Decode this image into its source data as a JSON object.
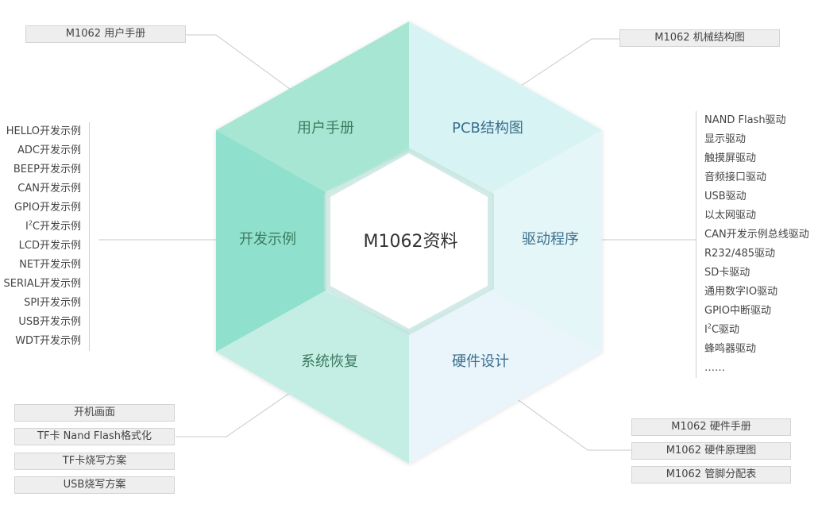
{
  "title": "M1062资料",
  "segments": {
    "user_manual": "用户手册",
    "pcb": "PCB结构图",
    "dev_examples": "开发示例",
    "drivers": "驱动程序",
    "system_recovery": "系统恢复",
    "hardware_design": "硬件设计"
  },
  "boxes": {
    "user_manual_doc": "M1062 用户手册",
    "mechanical_drawing": "M1062 机械结构图",
    "recovery": [
      "开机画面",
      "TF卡 Nand Flash格式化",
      "TF卡烧写方案",
      "USB烧写方案"
    ],
    "hardware": [
      "M1062 硬件手册",
      "M1062 硬件原理图",
      "M1062 管脚分配表"
    ]
  },
  "dev_examples": [
    {
      "pre": "HELLO开发示例"
    },
    {
      "pre": "ADC开发示例"
    },
    {
      "pre": "BEEP开发示例"
    },
    {
      "pre": "CAN开发示例"
    },
    {
      "pre": "GPIO开发示例"
    },
    {
      "pre": "I",
      "sup": "2",
      "post": "C开发示例"
    },
    {
      "pre": "LCD开发示例"
    },
    {
      "pre": "NET开发示例"
    },
    {
      "pre": "SERIAL开发示例"
    },
    {
      "pre": "SPI开发示例"
    },
    {
      "pre": "USB开发示例"
    },
    {
      "pre": "WDT开发示例"
    }
  ],
  "drivers": [
    {
      "pre": "NAND Flash驱动"
    },
    {
      "pre": "显示驱动"
    },
    {
      "pre": "触摸屏驱动"
    },
    {
      "pre": "音频接口驱动"
    },
    {
      "pre": "USB驱动"
    },
    {
      "pre": "以太网驱动"
    },
    {
      "pre": "CAN开发示例总线驱动"
    },
    {
      "pre": "R232/485驱动"
    },
    {
      "pre": "SD卡驱动"
    },
    {
      "pre": "通用数字IO驱动"
    },
    {
      "pre": "GPIO中断驱动"
    },
    {
      "pre": "I",
      "sup": "2",
      "post": "C驱动"
    },
    {
      "pre": "蜂鸣器驱动"
    },
    {
      "pre": "……"
    }
  ],
  "colors": {
    "seg_top_left": "#a7e6d3",
    "seg_top_right": "#d8f3f4",
    "seg_left": "#8fe0cc",
    "seg_right": "#e4f6f8",
    "seg_bottom_left": "#c4eee4",
    "seg_bottom_right": "#eaf4fb",
    "text_green": "#3c7a5e",
    "text_blue": "#3b6f8e",
    "connector": "#c8c8c8"
  }
}
